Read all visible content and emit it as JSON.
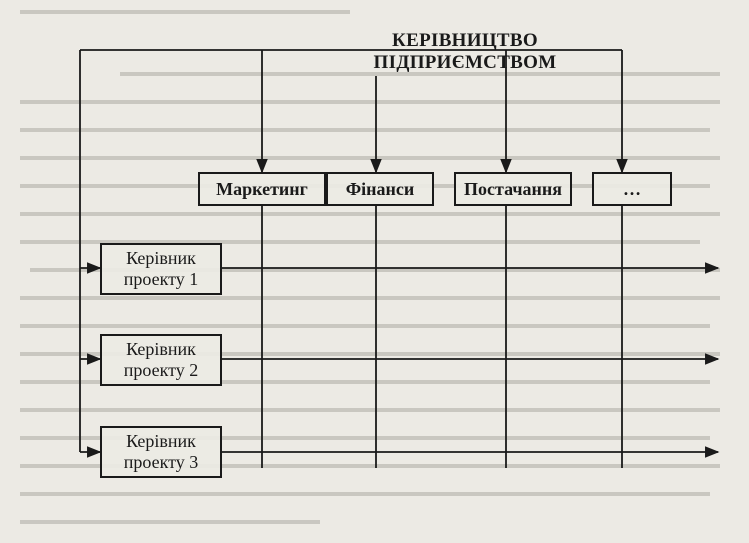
{
  "diagram": {
    "title": "КЕРІВНИЦТВО ПІДПРИЄМСТВОМ",
    "departments": [
      "Маркетинг",
      "Фінанси",
      "Постачання",
      "…"
    ],
    "project_managers": [
      "Керівник проекту 1",
      "Керівник проекту 2",
      "Керівник проекту 3"
    ]
  },
  "colors": {
    "line": "#1a1a1a",
    "paper": "#eceae4",
    "bleed_text": "#8a8780"
  }
}
